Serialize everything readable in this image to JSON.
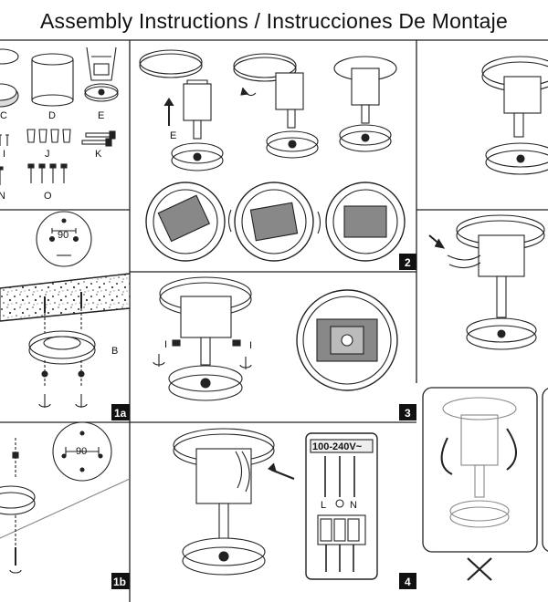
{
  "title": "Assembly Instructions / Instrucciones De Montaje",
  "parts": {
    "c": "C",
    "d": "D",
    "e": "E",
    "i": "I",
    "j": "J",
    "k": "K",
    "n": "N",
    "o": "O"
  },
  "panel_1a": {
    "step": "1a",
    "dimension": "90",
    "part_b": "B"
  },
  "panel_1b": {
    "step": "1b",
    "dimension": "90"
  },
  "panel_2": {
    "step": "2",
    "part_e": "E"
  },
  "panel_3": {
    "step": "3",
    "part_i_left": "I",
    "part_i_right": "I"
  },
  "panel_4": {
    "step": "4",
    "voltage": "100-240V~",
    "live": "L",
    "neutral": "N"
  }
}
